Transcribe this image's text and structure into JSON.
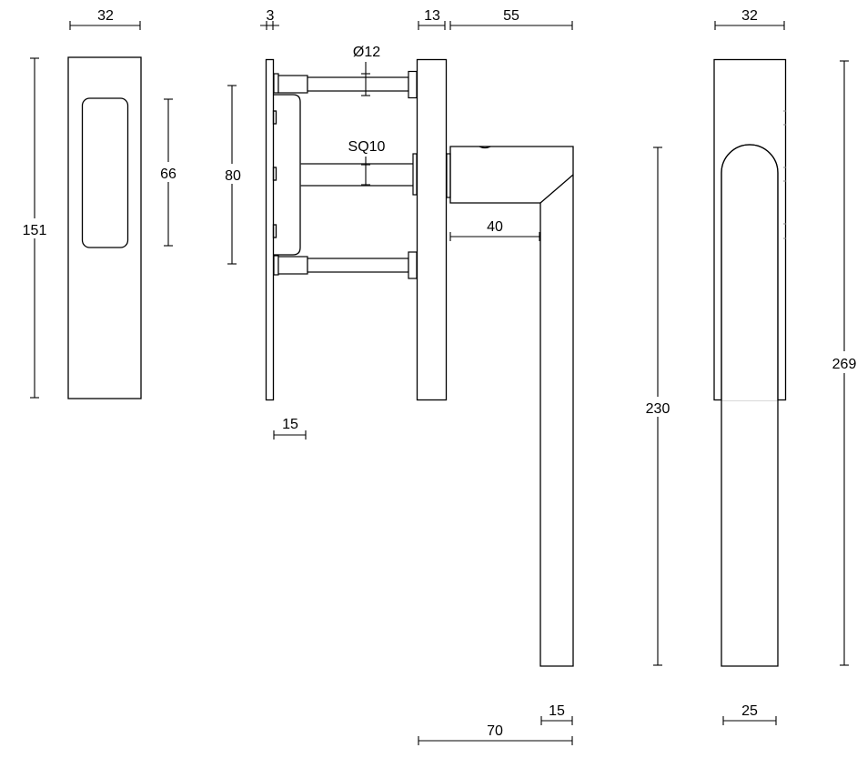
{
  "drawing": {
    "title": "Window handle technical drawing",
    "line_color": "#000000",
    "background": "#ffffff",
    "views": {
      "front_rose": {
        "labels": {
          "width": "32",
          "height": "151",
          "recess_height": "66"
        }
      },
      "side_section": {
        "labels": {
          "inner_plate_thickness": "3",
          "outer_rose_thickness": "13",
          "screw_diameter": "Ø12",
          "spindle": "SQ10",
          "screw_spacing": "80",
          "inner_depth": "15"
        }
      },
      "handle_side": {
        "labels": {
          "projection": "55",
          "lever_inner_reach": "40",
          "lever_length": "230",
          "overall_depth": "70",
          "lever_thickness": "15"
        }
      },
      "handle_front": {
        "labels": {
          "width": "32",
          "overall_height": "269",
          "lever_width": "25"
        }
      }
    }
  }
}
